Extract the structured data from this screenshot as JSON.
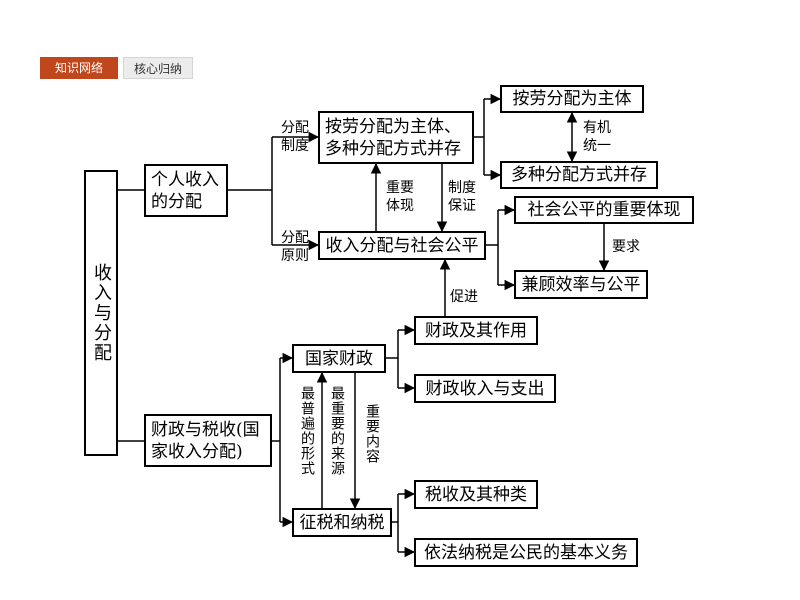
{
  "tabs": {
    "active": "知识网络",
    "inactive": "核心归纳"
  },
  "nodes": {
    "root": "收入与分配",
    "personal": [
      "个人收入",
      "的分配"
    ],
    "labor_mixed": [
      "按劳分配为主体、",
      "多种分配方式并存"
    ],
    "labor_main": "按劳分配为主体",
    "mixed": "多种分配方式并存",
    "fairness": "收入分配与社会公平",
    "fair_reflect": "社会公平的重要体现",
    "efficiency": "兼顾效率与公平",
    "fiscal_tax": [
      "财政与税收(国",
      "家收入分配)"
    ],
    "national_fin": "国家财政",
    "fin_role": "财政及其作用",
    "fin_income": "财政收入与支出",
    "tax": "征税和纳税",
    "tax_types": "税收及其种类",
    "tax_duty": "依法纳税是公民的基本义务"
  },
  "labels": {
    "dist_system": [
      "分配",
      "制度"
    ],
    "dist_principle": [
      "分配",
      "原则"
    ],
    "unity": [
      "有机",
      "统一"
    ],
    "important_reflect": [
      "重要",
      "体现"
    ],
    "system_guarantee": [
      "制度",
      "保证"
    ],
    "requirement": "要求",
    "promote": "促进",
    "most_common": "最普遍的形式",
    "most_important": "最重要的来源",
    "important_content": "重要内容"
  }
}
